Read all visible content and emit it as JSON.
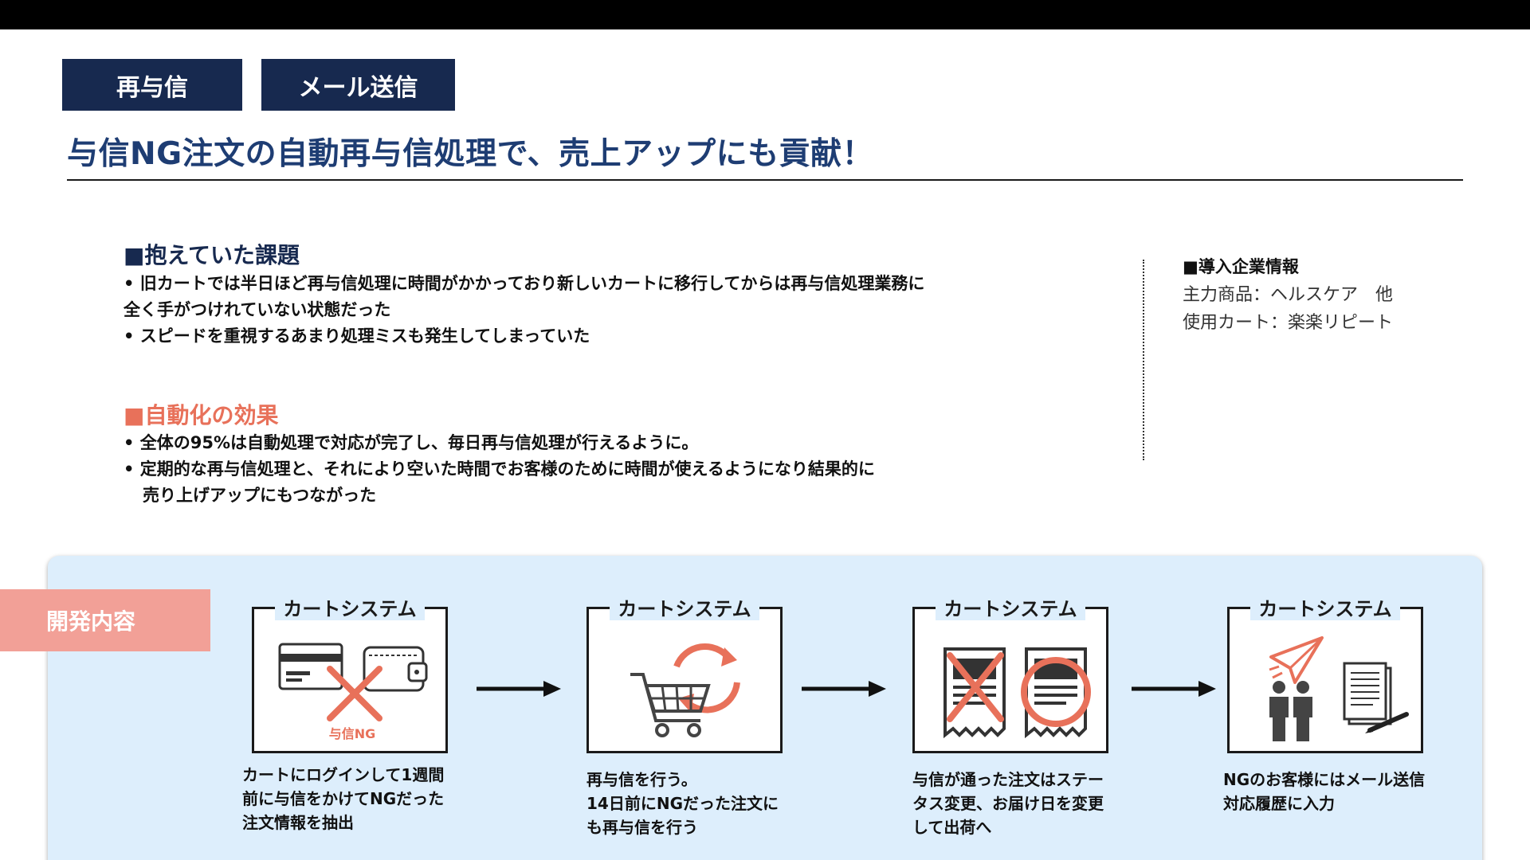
{
  "tags": [
    "再与信",
    "メール送信"
  ],
  "headline": "与信NG注文の自動再与信処理で、売上アップにも貢献！",
  "issues": {
    "title": "■抱えていた課題",
    "bullets": [
      {
        "line1": "•  旧カートでは半日ほど再与信処理に時間がかかっており新しいカートに移行してからは再与信処理業務に",
        "line2": "全く手がつけれていない状態だった"
      },
      {
        "line1": "•  スピードを重視するあまり処理ミスも発生してしまっていた"
      }
    ]
  },
  "effects": {
    "title": "■自動化の効果",
    "bullets": [
      {
        "line1": "•  全体の95%は自動処理で対応が完了し、毎日再与信処理が行えるように。"
      },
      {
        "line1": "•  定期的な再与信処理と、それにより空いた時間でお客様のために時間が使えるようになり結果的に",
        "line2": "売り上げアップにもつながった"
      }
    ]
  },
  "company": {
    "title": "■導入企業情報",
    "product": "主力商品：ヘルスケア　他",
    "cart": "使用カート：楽楽リピート"
  },
  "dev": {
    "tab_label": "開発内容",
    "steps": [
      {
        "label": "カートシステム",
        "badge": "与信NG",
        "caption": [
          "カートにログインして1週間",
          "前に与信をかけてNGだった",
          "注文情報を抽出"
        ]
      },
      {
        "label": "カートシステム",
        "caption": [
          "再与信を行う。",
          "14日前にNGだった注文に",
          "も再与信を行う"
        ]
      },
      {
        "label": "カートシステム",
        "caption": [
          "与信が通った注文はステー",
          "タス変更、お届け日を変更",
          "して出荷へ"
        ]
      },
      {
        "label": "カートシステム",
        "caption": [
          "NGのお客様にはメール送信",
          "対応履歴に入力"
        ]
      }
    ]
  },
  "colors": {
    "navy": "#17294f",
    "headline": "#1e3d73",
    "accent": "#e8715a",
    "panel": "#ddeefc",
    "tab": "#f2a097"
  },
  "icons": [
    "credit-card-icon",
    "wallet-icon",
    "cross-icon",
    "shopping-cart-icon",
    "refresh-icon",
    "receipt-icon",
    "circle-icon",
    "paper-plane-icon",
    "people-icon",
    "document-icon",
    "pen-icon",
    "arrow-right-icon"
  ]
}
